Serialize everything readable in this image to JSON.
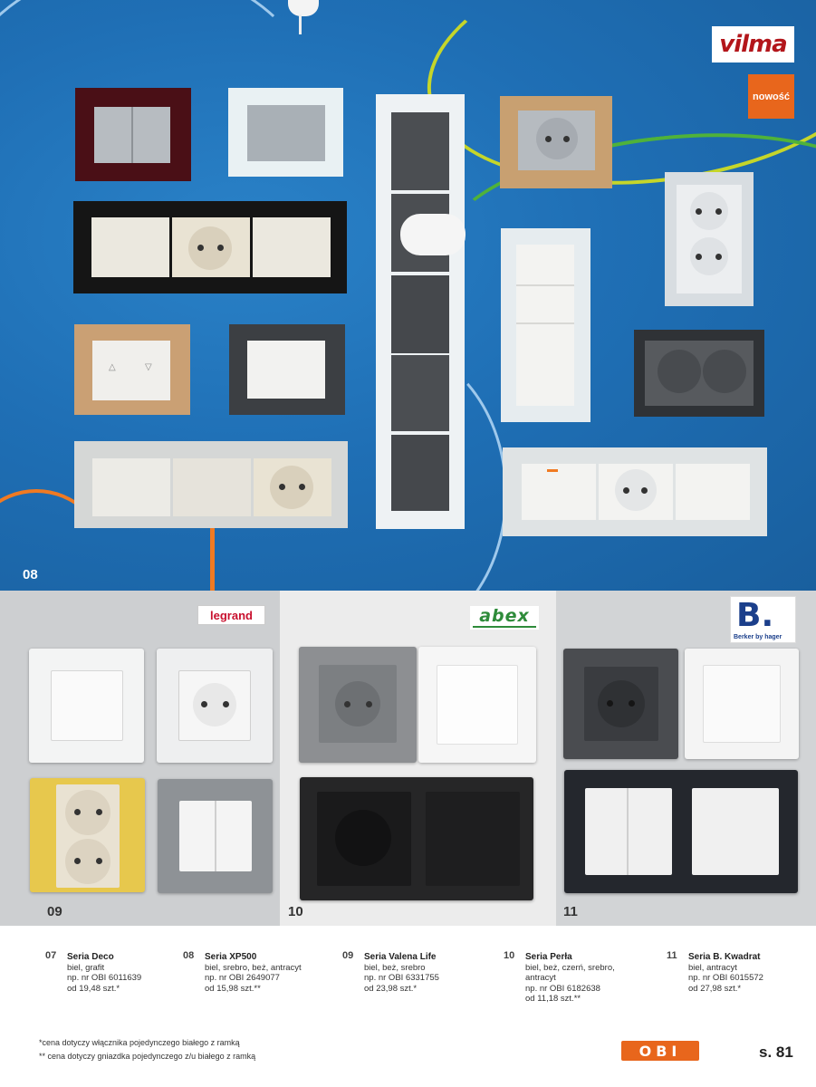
{
  "hero": {
    "number": "08"
  },
  "brands": {
    "vilma": "vilma",
    "nowosc": "nowość",
    "legrand": "legrand",
    "abex": "abex",
    "berker_big": "B.",
    "berker_sub": "Berker by hager"
  },
  "panels": {
    "p1": "09",
    "p2": "10",
    "p3": "11"
  },
  "products": [
    {
      "num": "07",
      "name": "Seria Deco",
      "lines": [
        "biel, grafit",
        "np. nr OBI 6011639",
        "od 19,48 szt.*"
      ]
    },
    {
      "num": "08",
      "name": "Seria XP500",
      "lines": [
        "biel, srebro, beż, antracyt",
        "np. nr OBI 2649077",
        "od 15,98 szt.**"
      ]
    },
    {
      "num": "09",
      "name": "Seria Valena Life",
      "lines": [
        "biel, beż, srebro",
        "np. nr OBI 6331755",
        "od 23,98 szt.*"
      ]
    },
    {
      "num": "10",
      "name": "Seria Perła",
      "lines": [
        "biel, beż, czerń, srebro,",
        "antracyt",
        "np. nr OBI 6182638",
        "od 11,18 szt.**"
      ]
    },
    {
      "num": "11",
      "name": "Seria B. Kwadrat",
      "lines": [
        "biel, antracyt",
        "np. nr OBI 6015572",
        "od 27,98 szt.*"
      ]
    }
  ],
  "footnotes": [
    "*cena dotyczy włącznika pojedynczego białego z ramką",
    "** cena dotyczy gniazdka pojedynczego z/u białego z ramką"
  ],
  "obi": "OBI",
  "page": "s. 81",
  "colors": {
    "hero_blue": "#1f6fb5",
    "obi_orange": "#e8661c",
    "vilma_red": "#b3161b",
    "legrand_red": "#c8102e",
    "abex_green": "#2e8b3a",
    "berker_blue": "#1b3f8b"
  }
}
